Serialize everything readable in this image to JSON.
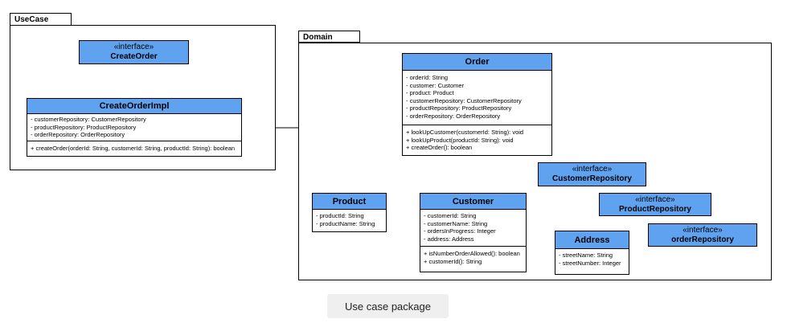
{
  "packages": {
    "usecase": "UseCase",
    "domain": "Domain"
  },
  "create_order": {
    "stereotype": "«interface»",
    "name": "CreateOrder"
  },
  "create_order_impl": {
    "name": "CreateOrderImpl",
    "attributes": [
      "- customerRepository: CustomerRepository",
      "- productRepository: ProductRepository",
      "- orderRepository: OrderRepository"
    ],
    "methods": [
      "+ createOrder(orderId: String, customerId: String, productId: String): boolean"
    ]
  },
  "order": {
    "name": "Order",
    "attributes": [
      "- orderId: String",
      "- customer: Customer",
      "- product: Product",
      "- customerRepository: CustomerRepository",
      "- productRepository: ProductRepository",
      "- orderRepository: OrderRepository"
    ],
    "methods": [
      "+ lookUpCustomer(customerId: String): void",
      "+ lookUpProduct(productId: String): void",
      "+ createOrder(): boolean"
    ]
  },
  "product": {
    "name": "Product",
    "attributes": [
      "- productId: String",
      "- productName: String"
    ]
  },
  "customer": {
    "name": "Customer",
    "attributes": [
      "- customerId: String",
      "- customerName: String",
      "- ordersInProgress: Integer",
      "- address: Address"
    ],
    "methods": [
      "+ isNumberOrderAllowed(): boolean",
      "+ customerId(): String"
    ]
  },
  "address": {
    "name": "Address",
    "attributes": [
      "- streetName: String",
      "- streetNumber: Integer"
    ]
  },
  "customer_repository": {
    "stereotype": "«interface»",
    "name": "CustomerRepository"
  },
  "product_repository": {
    "stereotype": "«interface»",
    "name": "ProductRepository"
  },
  "order_repository": {
    "stereotype": "«interface»",
    "name": "orderRepository"
  },
  "caption": "Use case package",
  "colors": {
    "class_header": "#5fa3f0",
    "line": "#000000"
  }
}
